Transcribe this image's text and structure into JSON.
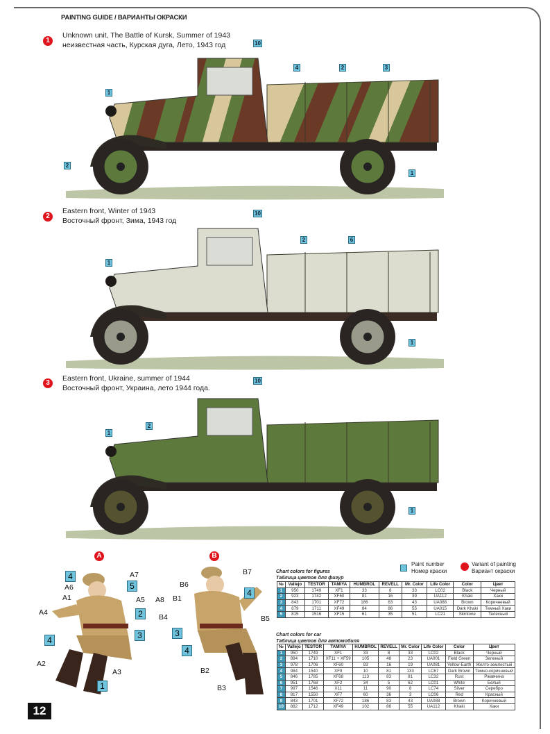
{
  "header": {
    "title": "PAINTING GUIDE / ВАРИАНТЫ ОКРАСКИ"
  },
  "variants": [
    {
      "number": "1",
      "line_en": "Unknown unit, The Battle of Kursk, Summer of 1943",
      "line_ru": "неизвестная часть, Курская дуга, Лето, 1943 год",
      "callouts": [
        "10",
        "1",
        "2",
        "4",
        "2",
        "3",
        "1"
      ]
    },
    {
      "number": "2",
      "line_en": "Eastern front, Winter of 1943",
      "line_ru": "Восточный фронт, Зима, 1943 год",
      "callouts": [
        "10",
        "1",
        "2",
        "6",
        "1"
      ]
    },
    {
      "number": "3",
      "line_en": "Eastern front, Ukraine, summer of 1944",
      "line_ru": "Восточный фронт, Украина, лето 1944 года.",
      "callouts": [
        "10",
        "1",
        "2",
        "1"
      ]
    }
  ],
  "colors": {
    "sand": "#d8c79a",
    "green": "#5d7a3c",
    "brown": "#6a3a26",
    "white": "#dcdccf",
    "dark": "#2b2420",
    "accent": "#e0141c",
    "paint": "#6fc3dd"
  },
  "figures": {
    "a": {
      "badge": "A",
      "labels": {
        "a1": "A1",
        "a2": "A2",
        "a3": "A3",
        "a4": "A4",
        "a5": "A5",
        "a6": "A6",
        "a7": "A7",
        "a8": "A8"
      },
      "nums": [
        "4",
        "5",
        "2",
        "3",
        "4",
        "1"
      ]
    },
    "b": {
      "badge": "B",
      "labels": {
        "b1": "B1",
        "b2": "B2",
        "b3": "B3",
        "b4": "B4",
        "b5": "B5",
        "b6": "B6",
        "b7": "B7"
      },
      "nums": [
        "4",
        "3",
        "4"
      ]
    }
  },
  "legend": {
    "paint_en": "Paint number",
    "paint_ru": "Номер краски",
    "variant_en": "Variant of painting",
    "variant_ru": "Вариант окраски"
  },
  "figures_table": {
    "caption_en": "Chart colors for figures",
    "caption_ru": "Таблица цветов для фигур",
    "headers": [
      "№",
      "Vallejo",
      "TESTOR",
      "TAMIYA",
      "HUMBROL",
      "REVELL",
      "Mr. Color",
      "Life Color",
      "Color",
      "Цвет"
    ],
    "rows": [
      [
        "1",
        "950",
        "1749",
        "XF1",
        "33",
        "8",
        "33",
        "LC02",
        "Black",
        "Черный"
      ],
      [
        "2",
        "923",
        "1742",
        "XF60",
        "81",
        "16",
        "39",
        "UA112",
        "Khaki",
        "Хаки"
      ],
      [
        "3",
        "843",
        "1701",
        "XF72",
        "186",
        "83",
        "43",
        "UA088",
        "Brown",
        "Коричневый"
      ],
      [
        "4",
        "879",
        "1711",
        "XF49",
        "84",
        "86",
        "55",
        "UA015",
        "Dark Khaki",
        "Темный Хаки"
      ],
      [
        "5",
        "815",
        "1516",
        "XF15",
        "61",
        "35",
        "51",
        "LC21",
        "Skintone",
        "Телесный"
      ]
    ]
  },
  "car_table": {
    "caption_en": "Chart colors for car",
    "caption_ru": "Таблица цветов для автомобиля",
    "headers": [
      "№",
      "Vallejo",
      "TESTOR",
      "TAMIYA",
      "HUMBROL",
      "REVELL",
      "Mr. Color",
      "Life Color",
      "Color",
      "Цвет"
    ],
    "rows": [
      [
        "1",
        "950",
        "1749",
        "XF1",
        "33",
        "8",
        "33",
        "LC02",
        "Black",
        "Черный"
      ],
      [
        "2",
        "894",
        "1710",
        "XF11 + XF59",
        "105",
        "48",
        "23",
        "UA001",
        "Field Green",
        "Зеленый"
      ],
      [
        "3",
        "978",
        "1706",
        "XF60",
        "93",
        "16",
        "19",
        "UA081",
        "Yellow-Earth",
        "Желто-землистый"
      ],
      [
        "4",
        "984",
        "1540",
        "XF9",
        "10",
        "81",
        "133",
        "LC67",
        "Dark Brown",
        "Темно-коричневый"
      ],
      [
        "5",
        "846",
        "1785",
        "XF68",
        "113",
        "83",
        "81",
        "LC32",
        "Rust",
        "Ржавчина"
      ],
      [
        "6",
        "951",
        "1768",
        "XF2",
        "34",
        "5",
        "62",
        "LC01",
        "White",
        "Белый"
      ],
      [
        "7",
        "997",
        "1546",
        "X11",
        "11",
        "90",
        "8",
        "LC74",
        "Silver",
        "Серебро"
      ],
      [
        "8",
        "817",
        "1550",
        "XF7",
        "60",
        "36",
        "3",
        "LC06",
        "Red",
        "Красный"
      ],
      [
        "9",
        "843",
        "1701",
        "XF72",
        "186",
        "83",
        "43",
        "UA088",
        "Brown",
        "Коричневый"
      ],
      [
        "10",
        "882",
        "1712",
        "XF49",
        "102",
        "86",
        "55",
        "UA112",
        "Khaki",
        "Хаки"
      ]
    ]
  },
  "page_number": "12"
}
